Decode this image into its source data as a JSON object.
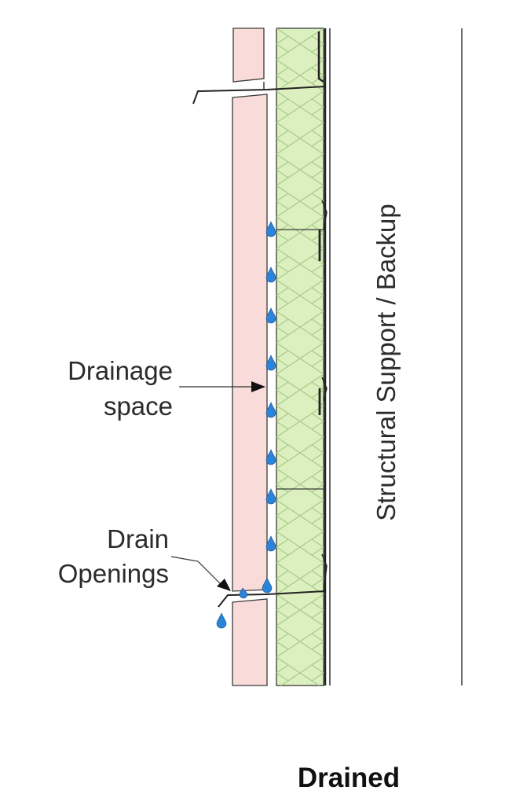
{
  "labels": {
    "drainage_space_line1": "Drainage",
    "drainage_space_line2": "space",
    "drain_openings_line1": "Drain",
    "drain_openings_line2": "Openings",
    "structural": "Structural Support / Backup",
    "caption": "Drained"
  },
  "colors": {
    "veneer": "#f9dbd9",
    "insulation": "#dcefbf",
    "insulation_hatch": "#9fc27a",
    "outline": "#3a3a3a",
    "water": "#2b84d8",
    "background": "#ffffff"
  }
}
